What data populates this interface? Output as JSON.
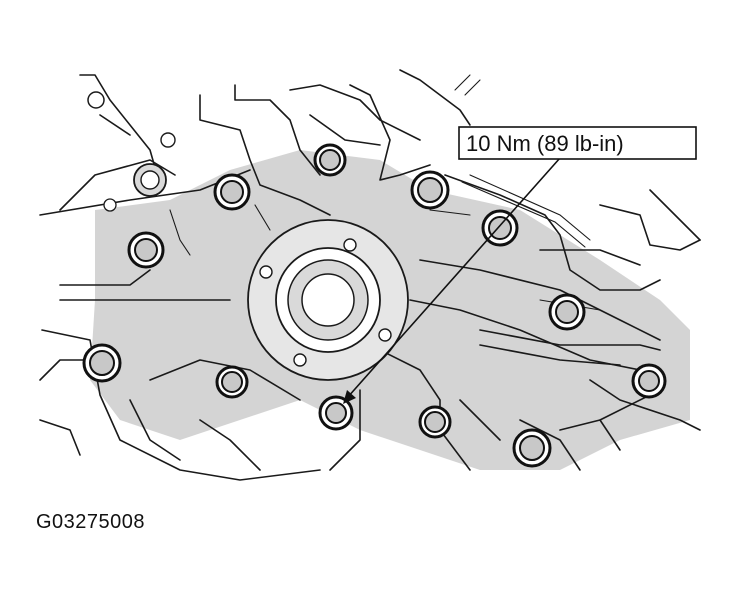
{
  "callout": {
    "label": "10 Nm (89 lb-in)"
  },
  "figure": {
    "id": "G03275008"
  },
  "bolts": {
    "count": 12
  },
  "colors": {
    "line": "#1a1a1a",
    "shade": "#d4d4d4",
    "background": "#ffffff"
  }
}
